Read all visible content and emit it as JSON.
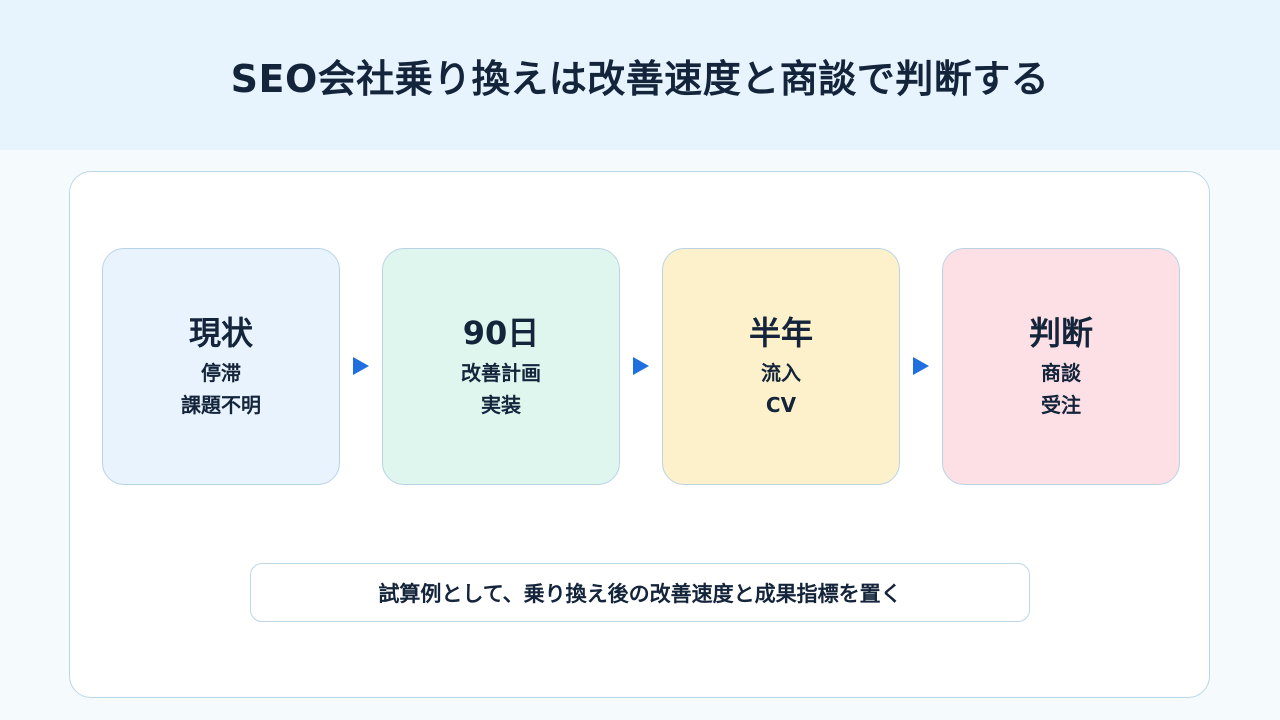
{
  "header": {
    "title": "SEO会社乗り換えは改善速度と商談で判断する"
  },
  "steps": [
    {
      "title": "現状",
      "lines": [
        "停滞",
        "課題不明"
      ],
      "color": "#e8f3fd"
    },
    {
      "title": "90日",
      "lines": [
        "改善計画",
        "実装"
      ],
      "color": "#dff6ef"
    },
    {
      "title": "半年",
      "lines": [
        "流入",
        "CV"
      ],
      "color": "#fdf1cc"
    },
    {
      "title": "判断",
      "lines": [
        "商談",
        "受注"
      ],
      "color": "#fde0e5"
    }
  ],
  "note": {
    "text": "試算例として、乗り換え後の改善速度と成果指標を置く"
  },
  "colors": {
    "arrow": "#1f6fe0",
    "header_bg": "#e8f4fd"
  }
}
